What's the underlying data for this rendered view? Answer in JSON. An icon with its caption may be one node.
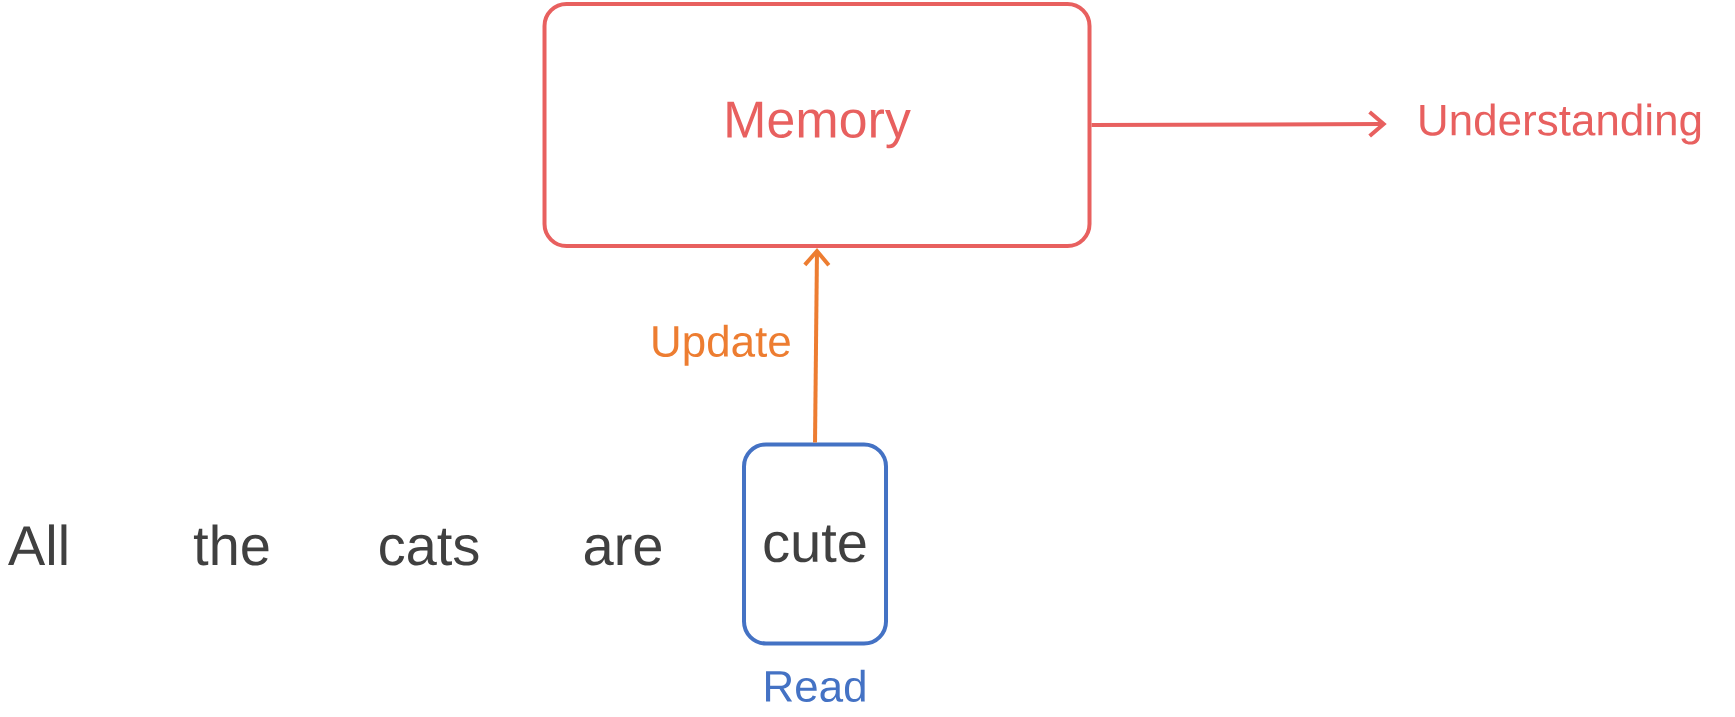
{
  "diagram": {
    "nodes": [
      {
        "text": [
          "Memory"
        ]
      },
      {
        "text": [
          "Understanding"
        ]
      },
      {
        "text": [
          "cute"
        ],
        "beside": [
          "Read"
        ]
      }
    ],
    "edges": [
      {
        "from": 2,
        "to": 0,
        "arrow": "to",
        "label": "Update",
        "color": "#ed7d31"
      },
      {
        "from": 0,
        "to": 1,
        "arrow": "to",
        "color": "#e8605f"
      }
    ],
    "labels": [
      "All",
      "the",
      "cats",
      "are"
    ]
  }
}
